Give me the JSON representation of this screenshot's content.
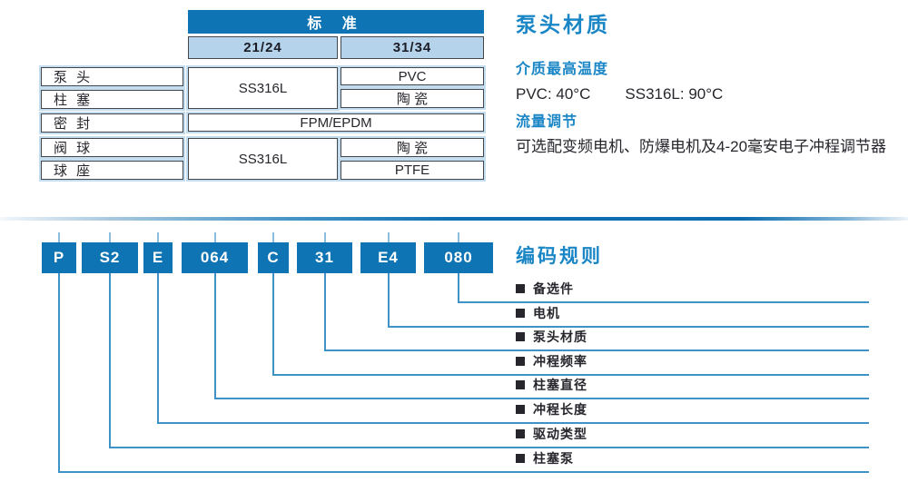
{
  "materials_table": {
    "header": "标 准",
    "columns": [
      "21/24",
      "31/34"
    ],
    "row_labels": [
      "泵 头",
      "柱 塞",
      "密 封",
      "阀 球",
      "球 座"
    ],
    "cells": {
      "head_plunger_std": "SS316L",
      "head_3134": "PVC",
      "plunger_3134": "陶 瓷",
      "seal_all": "FPM/EPDM",
      "ball_seat_std": "SS316L",
      "ball_3134": "陶 瓷",
      "seat_3134": "PTFE"
    }
  },
  "info_panel": {
    "title": "泵头材质",
    "temp_heading": "介质最高温度",
    "temp_items": [
      "PVC: 40°C",
      "SS316L: 90°C"
    ],
    "flow_heading": "流量调节",
    "flow_body": "可选配变频电机、防爆电机及4-20毫安电子冲程调节器"
  },
  "coding": {
    "title": "编码规则",
    "codes": [
      {
        "code": "P",
        "label": "柱塞泵"
      },
      {
        "code": "S2",
        "label": "驱动类型"
      },
      {
        "code": "E",
        "label": "冲程长度"
      },
      {
        "code": "064",
        "label": "柱塞直径"
      },
      {
        "code": "C",
        "label": "冲程频率"
      },
      {
        "code": "31",
        "label": "泵头材质"
      },
      {
        "code": "E4",
        "label": "电机"
      },
      {
        "code": "080",
        "label": "备选件"
      }
    ]
  },
  "colors": {
    "brand_blue": "#0e74b4",
    "heading_blue": "#1b86c6",
    "light_blue_cell": "#b5d3ea",
    "connector_blue": "#3f92c6",
    "cell_halo_blue": "#c3dcee",
    "text_dark": "#26262c"
  }
}
